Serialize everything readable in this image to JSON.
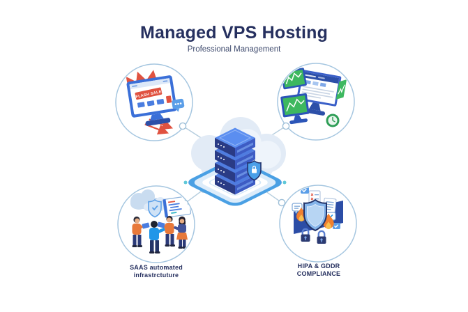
{
  "header": {
    "title": "Managed VPS Hosting",
    "subtitle": "Professional Management"
  },
  "center": {
    "name": "managed VPS server cluster",
    "icons": [
      "cloud-icon",
      "server-stack-icon",
      "shield-lock-icon",
      "platform-icon"
    ]
  },
  "features": {
    "top_left": {
      "icon": "website-marketing-icon",
      "banner_text": "FLASH SALE"
    },
    "top_right": {
      "icon": "monitoring-dashboards-icon"
    },
    "bottom_left": {
      "icon": "team-cloud-automation-icon",
      "label_line1": "SAAS automated",
      "label_line2": "infrastrctuture"
    },
    "bottom_right": {
      "icon": "security-compliance-icon",
      "label_line1": "HIPA & GDDR",
      "label_line2": "COMPLIANCE"
    }
  },
  "colors": {
    "title_text": "#26305f",
    "accent_blue": "#3a6fd8",
    "platform_blue": "#4aa0e4",
    "server_dark": "#2a3b85",
    "server_mid": "#3d5cc4",
    "server_top": "#5b8ef0",
    "alert_red": "#e05240",
    "monitor_green": "#3db85f",
    "flame_orange": "#f08030",
    "people_orange": "#e8793a",
    "circle_border": "#a5c6e0",
    "connector": "#b5cdde"
  }
}
